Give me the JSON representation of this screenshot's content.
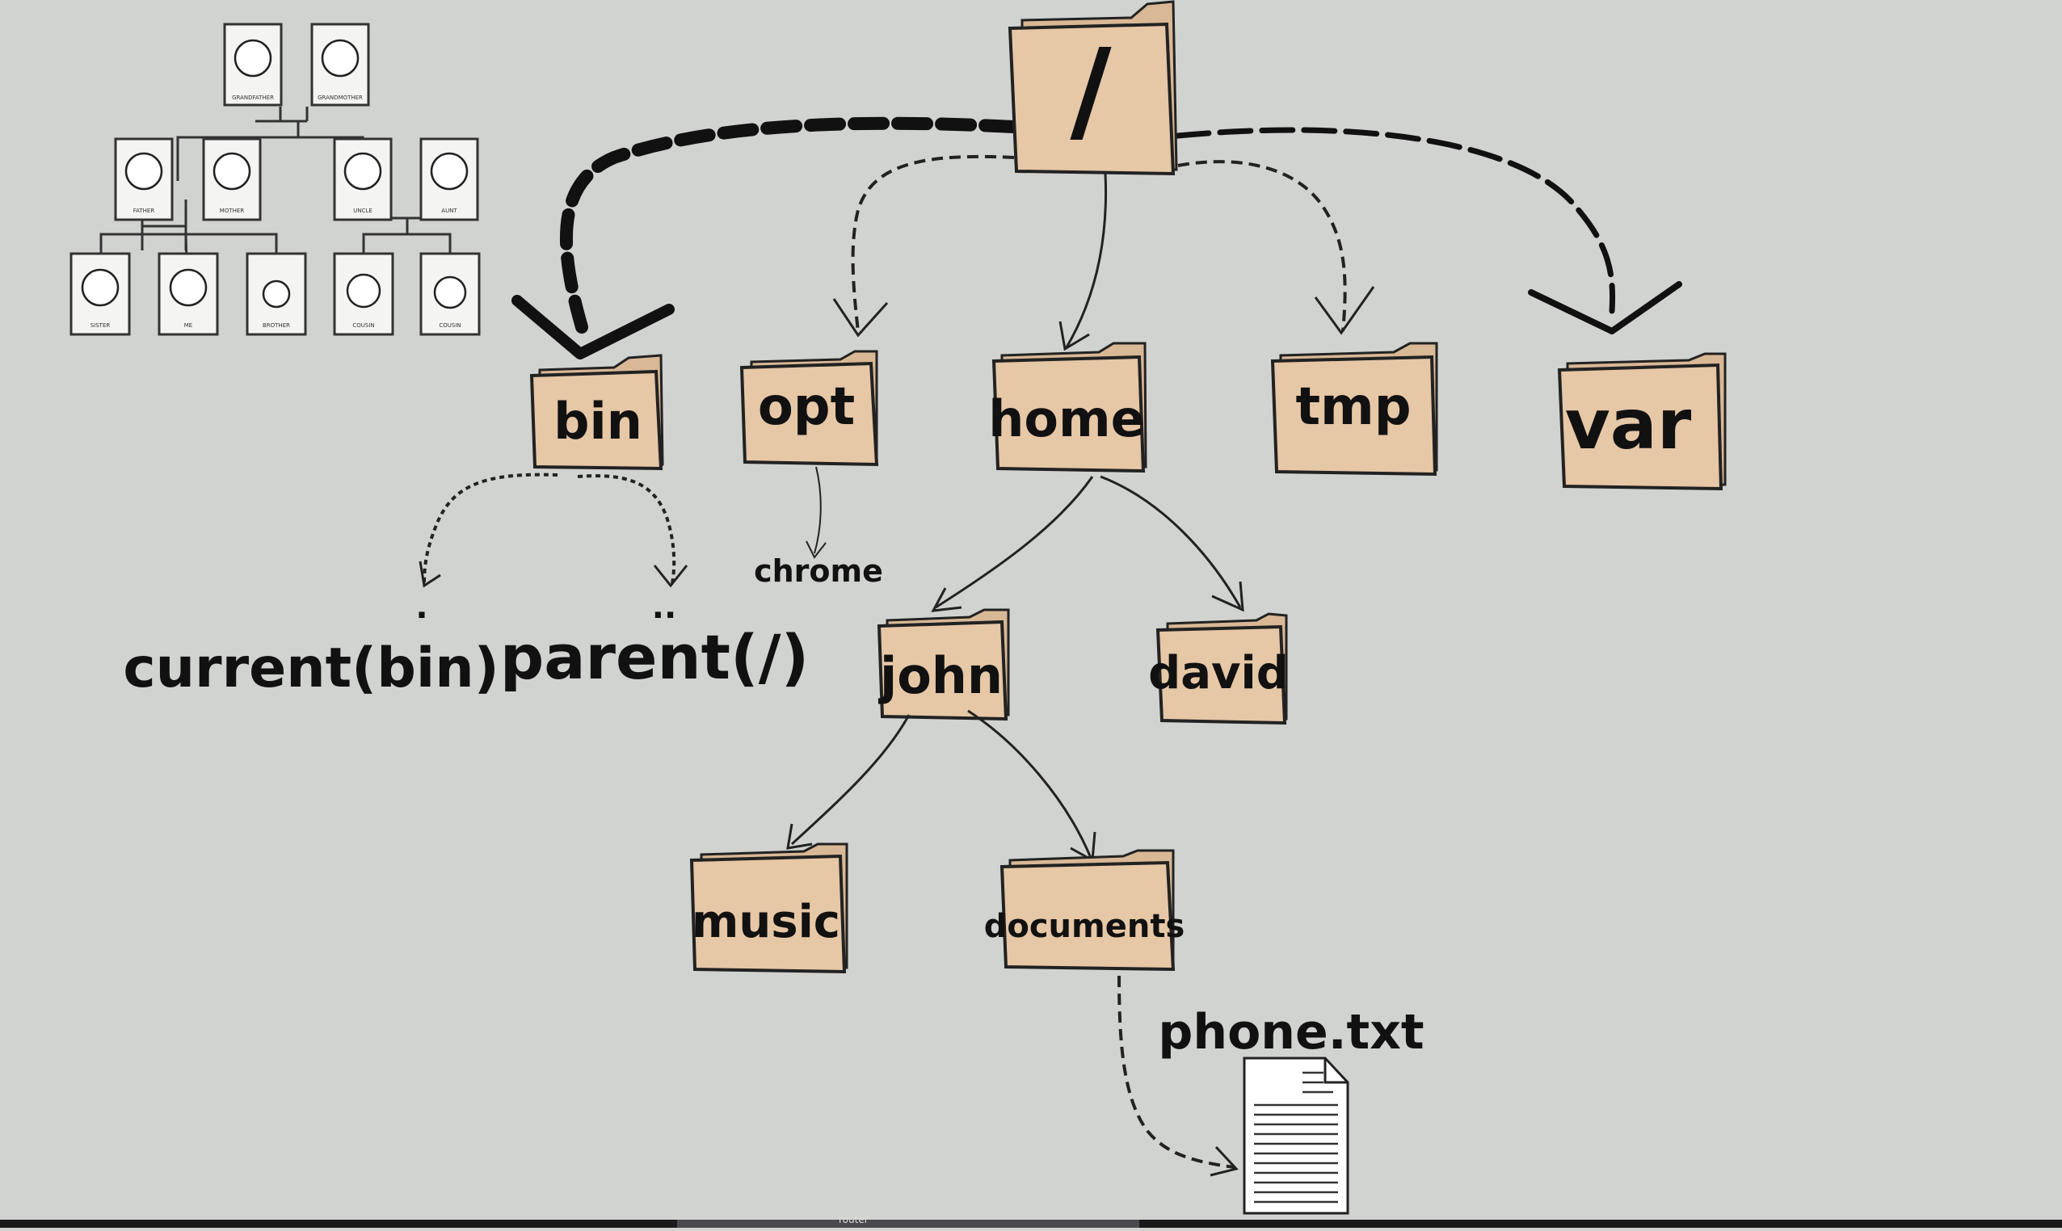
{
  "root_label": "/",
  "folders": {
    "bin": "bin",
    "opt": "opt",
    "home": "home",
    "tmp": "tmp",
    "var": "var",
    "john": "john",
    "david": "david",
    "music": "music",
    "documents": "documents"
  },
  "annotations": {
    "chrome": "chrome",
    "current": "current(bin)",
    "current_symbol": ".",
    "parent": "parent(/)",
    "parent_symbol": "..",
    "file": "phone.txt"
  },
  "family_tree": {
    "row1": [
      "GRANDFATHER",
      "GRANDMOTHER"
    ],
    "row2": [
      "FATHER",
      "MOTHER",
      "UNCLE",
      "AUNT"
    ],
    "row3": [
      "SISTER",
      "ME",
      "BROTHER",
      "COUSIN",
      "COUSIN"
    ]
  },
  "taskbar": {
    "item_label": "router"
  },
  "colors": {
    "background": "#d1d3d0",
    "folder": "#e6c7a6",
    "ink": "#111111"
  }
}
